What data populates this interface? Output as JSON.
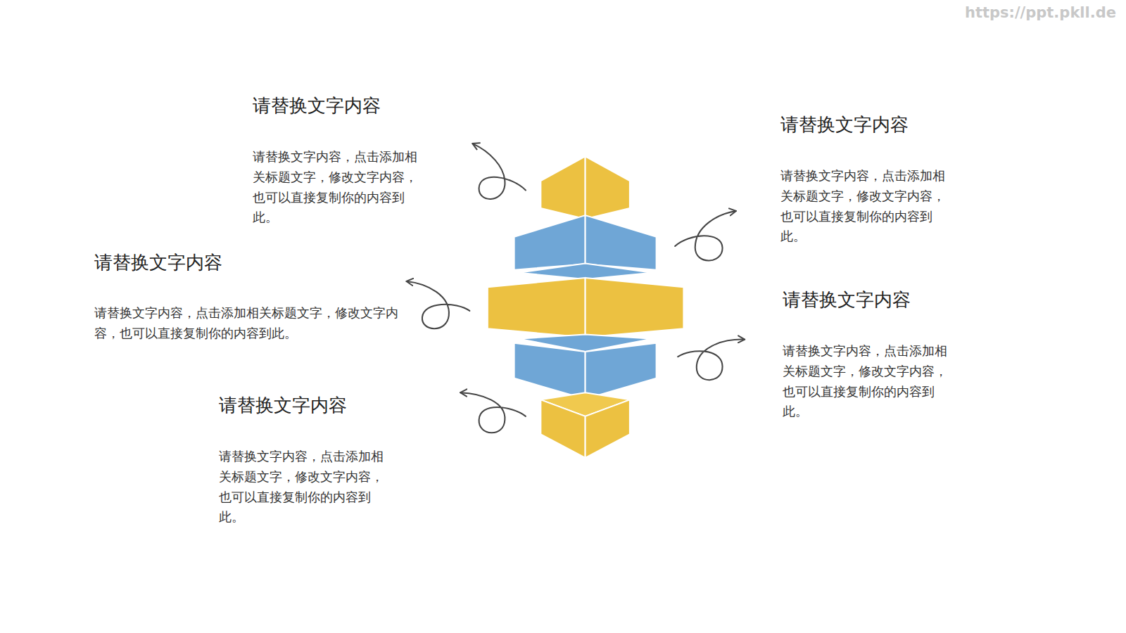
{
  "diagram": {
    "labels": [
      "https://ppt.pkll.de",
      "请替换文字内容",
      "请替换文字内容，点击添加相关标题文字，修改文字内容，也可以直接复制你的内容到此。",
      "请替换文字内容",
      "请替换文字内容，点击添加相关标题文字，修改文字内容，也可以直接复制你的内容到此。",
      "请替换文字内容",
      "请替换文字内容，点击添加相关标题文字，修改文字内容，也可以直接复制你的内容到此。",
      "请替换文字内容",
      "请替换文字内容，点击添加相关标题文字，修改文字内容，也可以直接复制你的内容到此。",
      "请替换文字内容",
      "请替换文字内容，点击添加相关标题文字，修改文字内容，也可以直接复制你的内容到此。"
    ]
  }
}
